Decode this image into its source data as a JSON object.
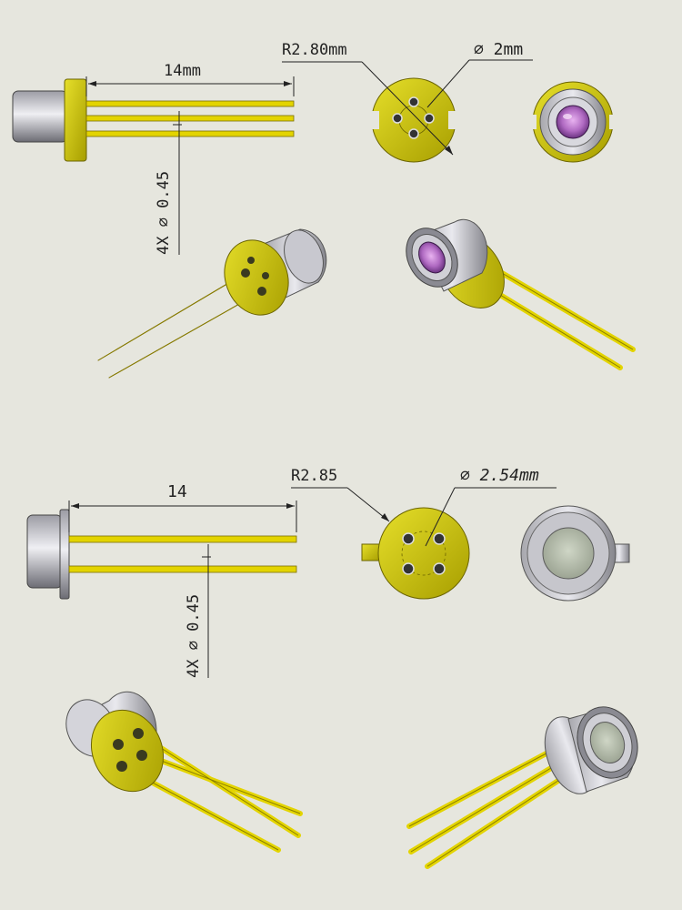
{
  "colors": {
    "background": "#e6e6de",
    "gold": "#c9c400",
    "gold_dark": "#8a8200",
    "lead": "#e3d400",
    "metal_light": "#e2e2e8",
    "metal_dark": "#8a8a90",
    "lens_purple": "#b070c0",
    "window_gray": "#b8c0b0"
  },
  "package_top": {
    "length_label": "14mm",
    "pin_label": "4X ⌀ 0.45",
    "radius_label": "R2.80mm",
    "pin_circle_label": "⌀ 2mm"
  },
  "package_bottom": {
    "length_label": "14",
    "pin_label": "4X ⌀ 0.45",
    "radius_label": "R2.85",
    "pin_circle_label": "⌀ 2.54mm"
  }
}
